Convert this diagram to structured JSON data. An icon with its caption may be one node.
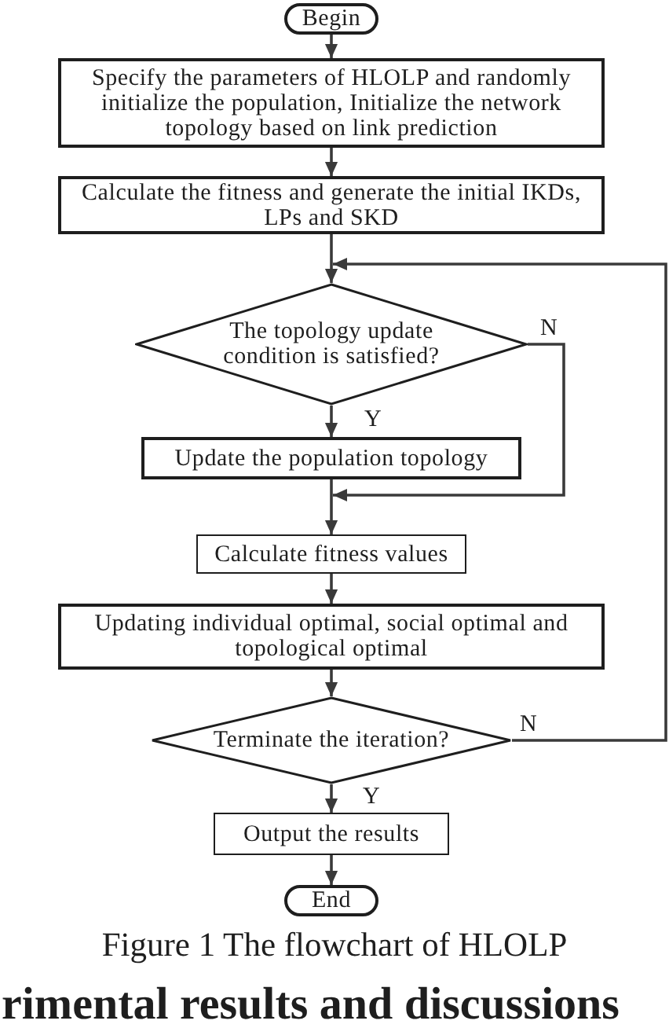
{
  "diagram": {
    "caption": "Figure 1 The flowchart of HLOLP",
    "nodes": [
      {
        "text": [
          "Begin"
        ]
      },
      {
        "text": [
          "Specify the parameters of HLOLP and randomly initialize the population, Initialize the network topology based on link prediction"
        ]
      },
      {
        "text": [
          "Calculate the fitness and generate the initial IKDs, LPs and SKD"
        ]
      },
      {
        "text": [
          "The topology update condition is satisfied?"
        ]
      },
      {
        "text": [
          "Update the population topology"
        ]
      },
      {
        "text": [
          "Calculate fitness values"
        ]
      },
      {
        "text": [
          "Updating individual optimal, social optimal and topological optimal"
        ]
      },
      {
        "text": [
          "Terminate the iteration?"
        ]
      },
      {
        "text": [
          "Output the results"
        ]
      },
      {
        "text": [
          "End"
        ]
      }
    ],
    "edges": [
      {
        "from": 0,
        "to": 1,
        "arrow": "to"
      },
      {
        "from": 1,
        "to": 2,
        "arrow": "to"
      },
      {
        "from": 2,
        "to": 3,
        "arrow": "to"
      },
      {
        "from": 3,
        "to": 4,
        "arrow": "to",
        "label": "Y"
      },
      {
        "from": 3,
        "to": 5,
        "arrow": "to",
        "label": "N"
      },
      {
        "from": 4,
        "to": 5,
        "arrow": "to"
      },
      {
        "from": 5,
        "to": 6,
        "arrow": "to"
      },
      {
        "from": 6,
        "to": 7,
        "arrow": "to"
      },
      {
        "from": 7,
        "to": 8,
        "arrow": "to",
        "label": "Y"
      },
      {
        "from": 7,
        "to": 3,
        "arrow": "to",
        "label": "N"
      },
      {
        "from": 8,
        "to": 9,
        "arrow": "to"
      }
    ],
    "labels": [
      "rimental results and discussions"
    ]
  }
}
